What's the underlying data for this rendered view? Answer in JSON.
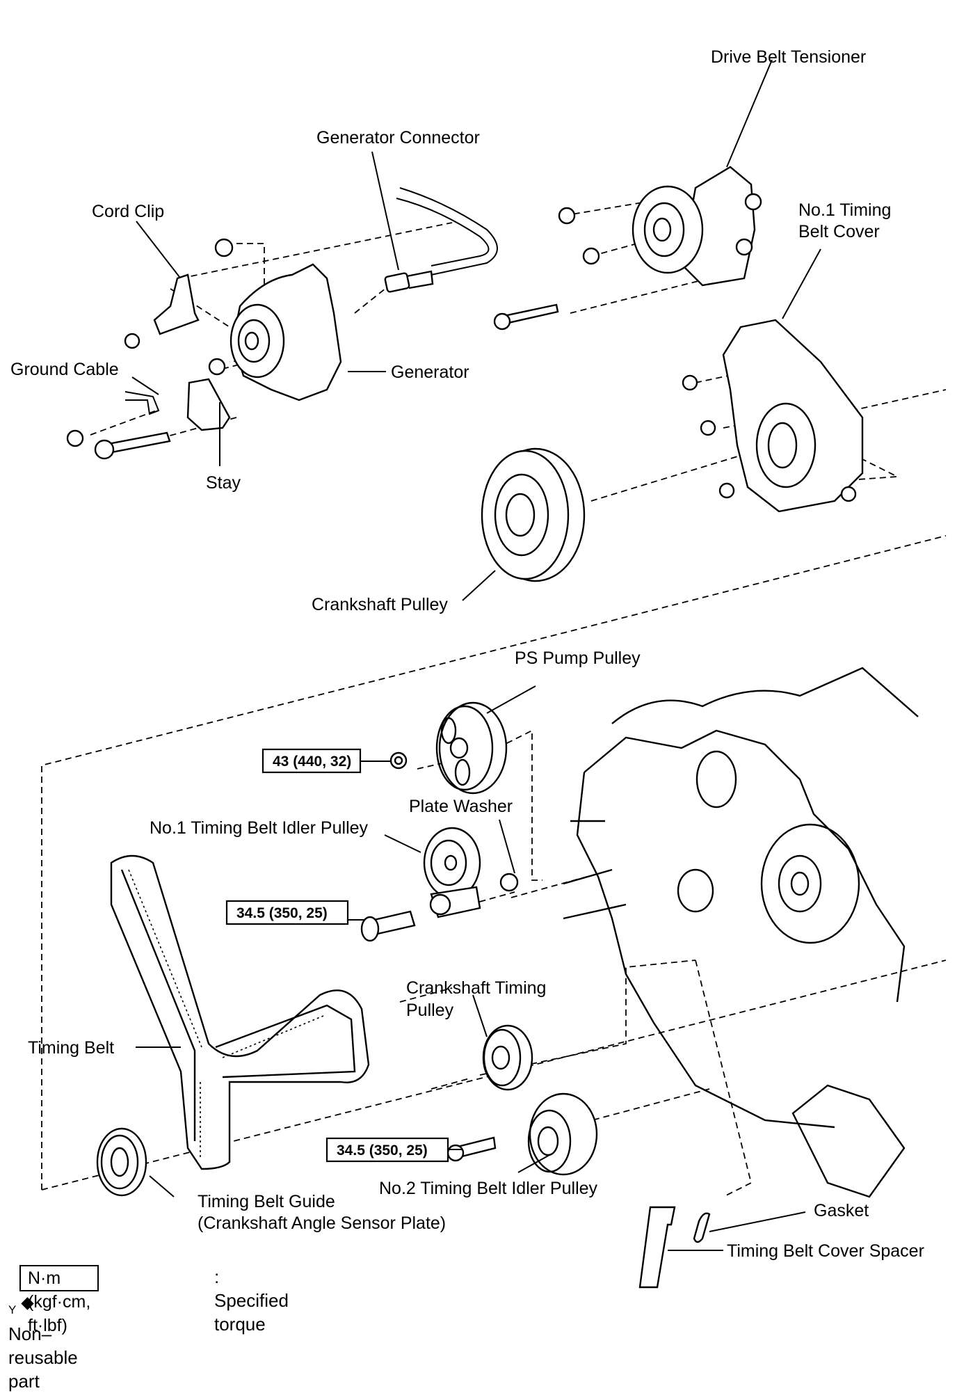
{
  "diagram": {
    "title": "Generator / Timing Belt Components (Exploded View)",
    "labels": {
      "drive_belt_tensioner": "Drive Belt Tensioner",
      "generator_connector": "Generator Connector",
      "cord_clip": "Cord Clip",
      "no1_timing_belt_cover_line1": "No.1 Timing",
      "no1_timing_belt_cover_line2": "Belt Cover",
      "ground_cable": "Ground Cable",
      "generator": "Generator",
      "stay": "Stay",
      "crankshaft_pulley": "Crankshaft Pulley",
      "ps_pump_pulley": "PS Pump Pulley",
      "plate_washer": "Plate Washer",
      "no1_idler_pulley": "No.1 Timing Belt Idler Pulley",
      "crankshaft_timing_pulley_line1": "Crankshaft Timing",
      "crankshaft_timing_pulley_line2": "Pulley",
      "timing_belt": "Timing Belt",
      "no2_idler_pulley": "No.2 Timing Belt Idler Pulley",
      "timing_belt_guide_line1": "Timing Belt Guide",
      "timing_belt_guide_line2": "(Crankshaft Angle Sensor Plate)",
      "gasket": "Gasket",
      "timing_belt_cover_spacer": "Timing Belt Cover Spacer"
    },
    "torque_specs": [
      {
        "part": "PS Pump Pulley nut",
        "value": "43 (440, 32)"
      },
      {
        "part": "No.1 Timing Belt Idler Pulley bolt",
        "value": "34.5 (350, 25)"
      },
      {
        "part": "No.2 Timing Belt Idler Pulley bolt",
        "value": "34.5 (350, 25)"
      }
    ]
  },
  "legend": {
    "torque_unit": "N·m (kgf·cm, ft·lbf)",
    "torque_desc": ": Specified torque",
    "corner_mark": "Y",
    "non_reusable": "Non–reusable part"
  }
}
